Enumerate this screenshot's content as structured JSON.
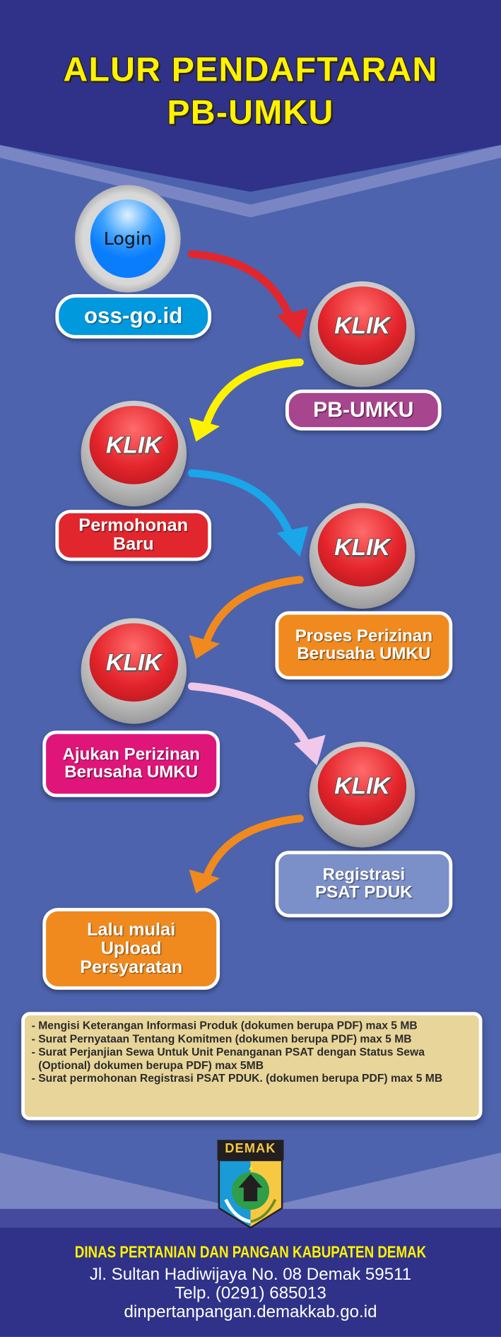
{
  "header": {
    "title_line1": "ALUR PENDAFTARAN",
    "title_line2": "PB-UMKU"
  },
  "steps": {
    "login_button": "Login",
    "site": "oss-go.id",
    "klik": "KLIK",
    "step1": "PB-UMKU",
    "step2": [
      "Permohonan",
      "Baru"
    ],
    "step3": [
      "Proses Perizinan",
      "Berusaha UMKU"
    ],
    "step4": [
      "Ajukan Perizinan",
      "Berusaha UMKU"
    ],
    "step5": [
      "Registrasi",
      "PSAT PDUK"
    ],
    "step6": [
      "Lalu mulai",
      "Upload",
      "Persyaratan"
    ]
  },
  "requirements": [
    "- Mengisi Keterangan Informasi Produk (dokumen berupa PDF) max 5 MB",
    "- Surat Pernyataan Tentang Komitmen (dokumen berupa PDF) max 5 MB",
    "- Surat Perjanjian Sewa Untuk Unit Penanganan PSAT dengan Status Sewa (Optional) dokumen berupa PDF) max 5MB",
    "- Surat permohonan Registrasi PSAT PDUK. (dokumen berupa PDF) max 5 MB"
  ],
  "logo": {
    "text": "DEMAK"
  },
  "footer": {
    "agency": "DINAS PERTANIAN DAN PANGAN KABUPATEN DEMAK",
    "address": "Jl. Sultan Hadiwijaya No. 08 Demak 59511",
    "phone": "Telp. (0291) 685013",
    "website": "dinpertanpangan.demakkab.go.id"
  },
  "colors": {
    "dark": "#2f3288",
    "mid": "#4d63ad",
    "light": "#7a86c4",
    "yellow": "#fff200",
    "cyan": "#0099dd",
    "purple": "#a8458f",
    "red": "#e2262d",
    "orange": "#f08a1f",
    "magenta": "#e0157a",
    "slate": "#7b8fc8",
    "notes": "#e8d59a"
  }
}
